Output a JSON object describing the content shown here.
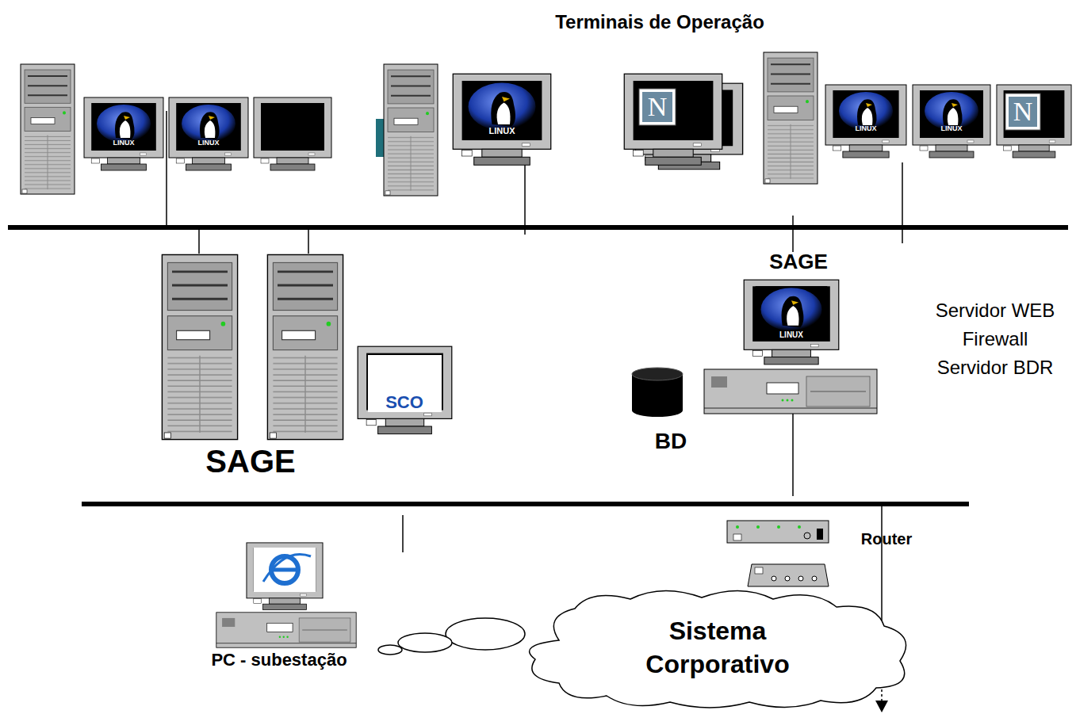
{
  "diagram": {
    "title": "Terminais de Operação",
    "nodes": [
      {
        "text": [
          "Sistema Corporativo"
        ]
      }
    ],
    "labels": [
      "LINUX",
      "LINUX",
      "LINUX",
      "N",
      "LINUX",
      "LINUX",
      "N",
      "SAGE",
      "Servidor WEB",
      "Firewall",
      "Servidor BDR",
      "SCO",
      "SAGE",
      "BD",
      "LINUX",
      "Router",
      "PC - subestação"
    ]
  }
}
